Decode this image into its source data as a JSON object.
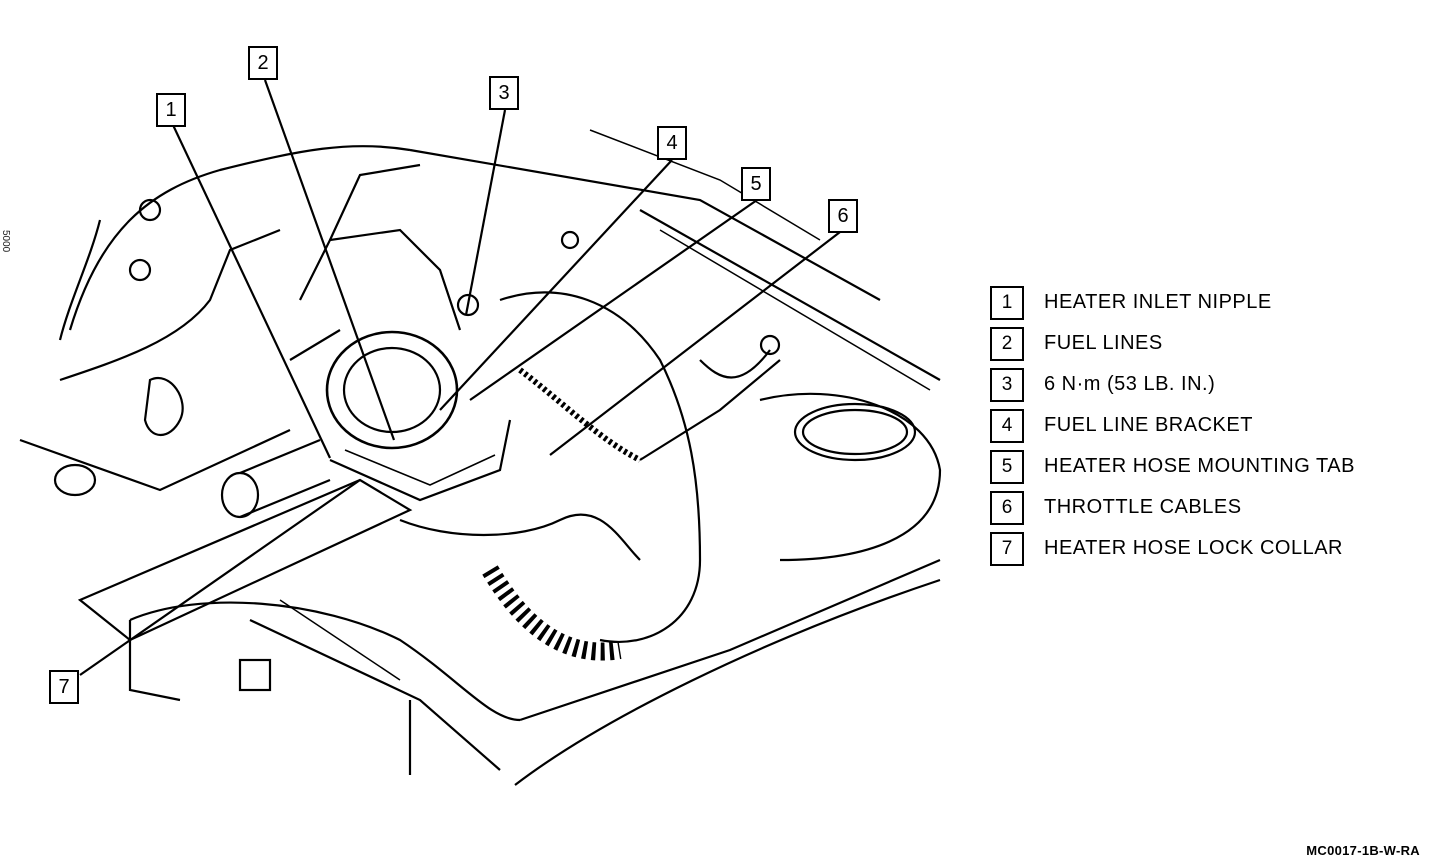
{
  "callouts": [
    "1",
    "2",
    "3",
    "4",
    "5",
    "6",
    "7"
  ],
  "legend": [
    {
      "num": "1",
      "label": "HEATER INLET NIPPLE"
    },
    {
      "num": "2",
      "label": "FUEL LINES"
    },
    {
      "num": "3",
      "label": "6 N·m (53 LB. IN.)"
    },
    {
      "num": "4",
      "label": "FUEL LINE BRACKET"
    },
    {
      "num": "5",
      "label": "HEATER HOSE MOUNTING TAB"
    },
    {
      "num": "6",
      "label": "THROTTLE CABLES"
    },
    {
      "num": "7",
      "label": "HEATER HOSE LOCK COLLAR"
    }
  ],
  "figure_code": "MC0017-1B-W-RA",
  "side_mark": "5000"
}
